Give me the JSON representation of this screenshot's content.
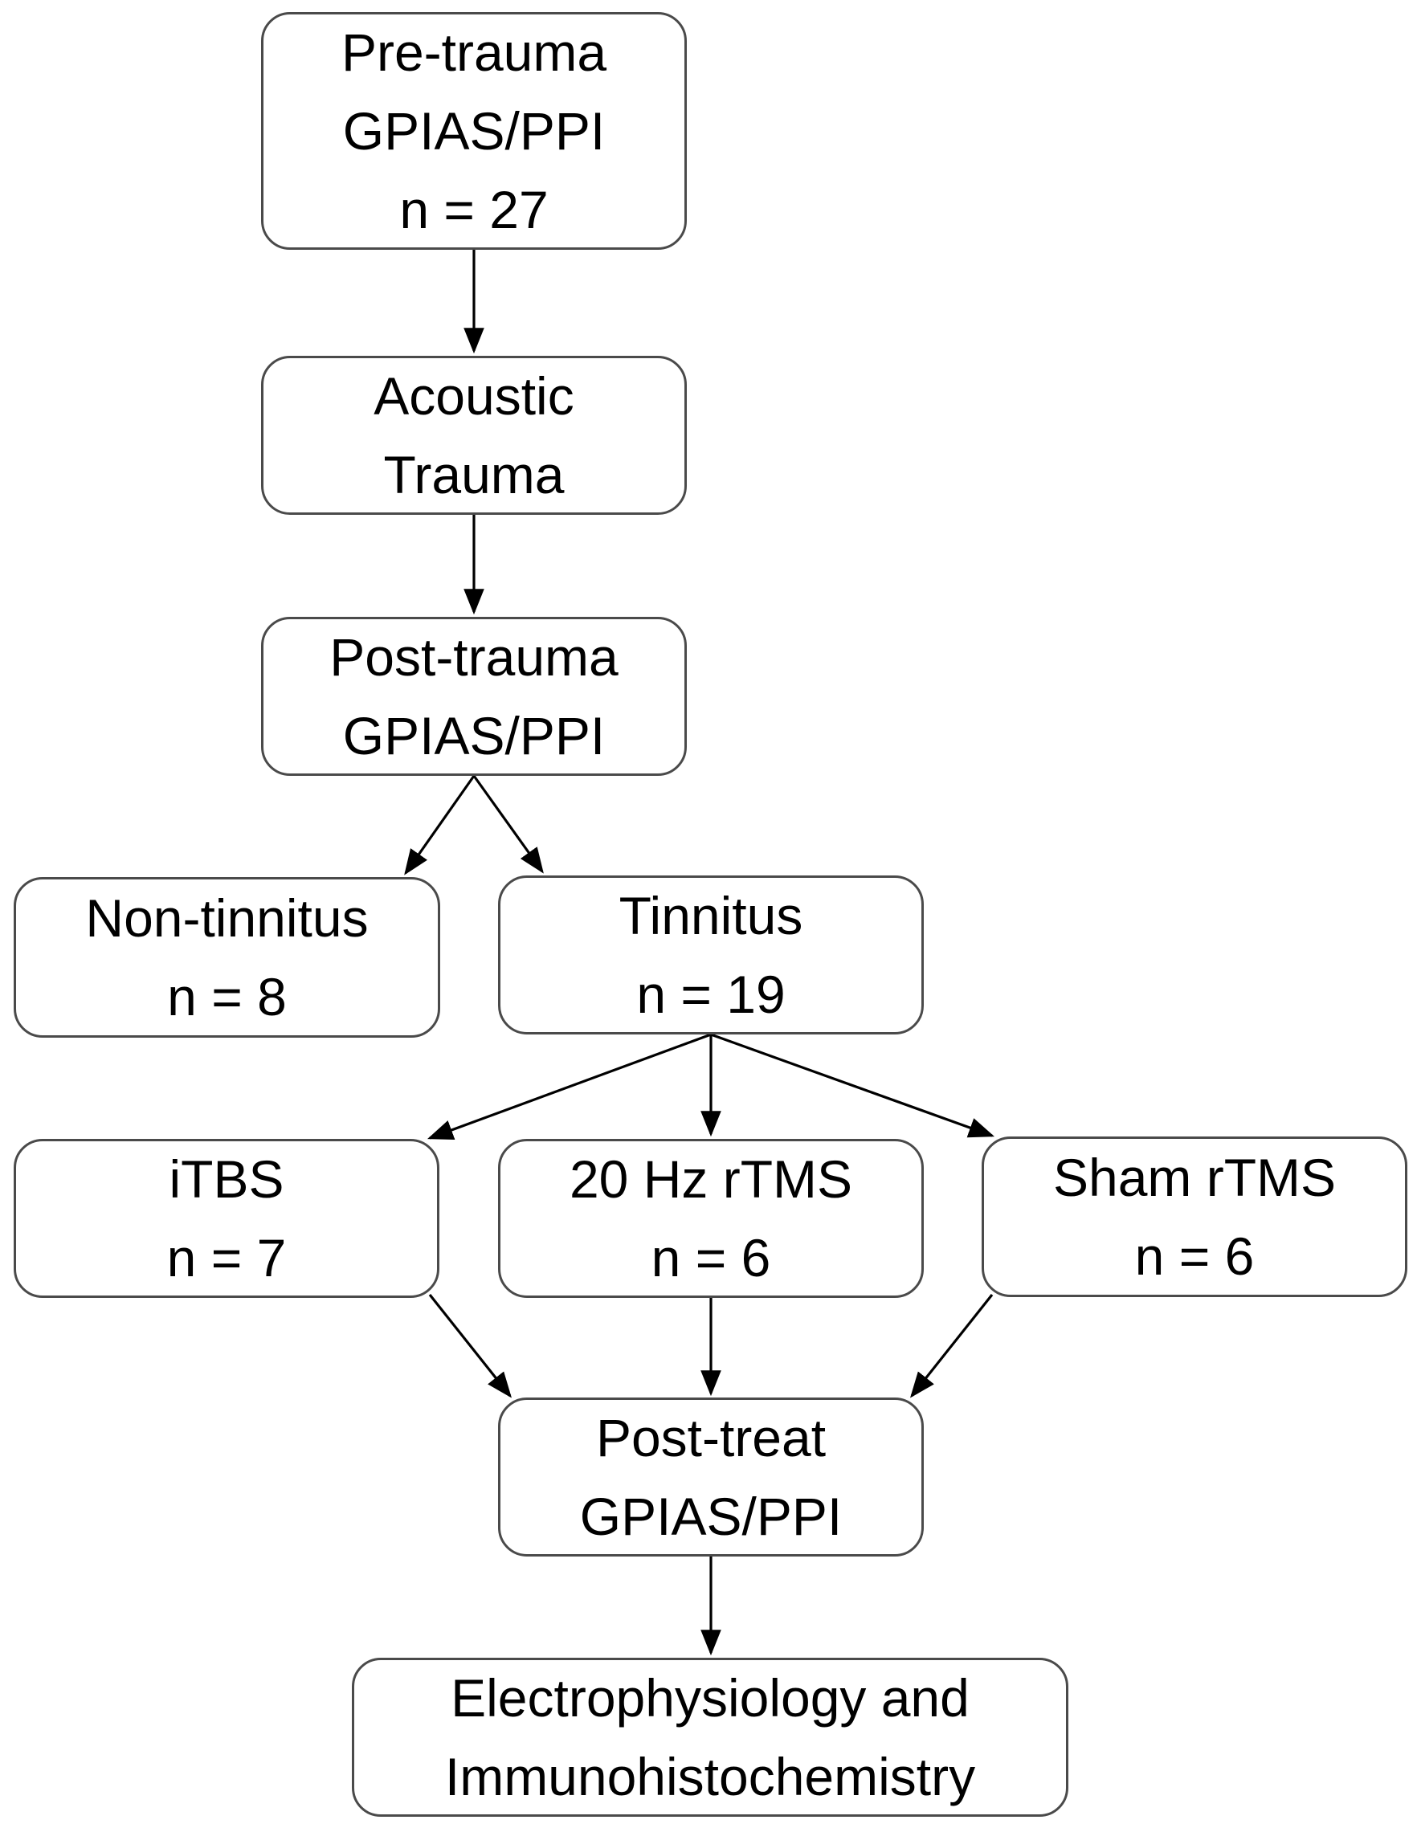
{
  "nodes": {
    "pre_trauma": {
      "line1": "Pre-trauma",
      "line2": "GPIAS/PPI",
      "line3": "n = 27"
    },
    "acoustic_trauma": {
      "line1": "Acoustic",
      "line2": "Trauma"
    },
    "post_trauma": {
      "line1": "Post-trauma",
      "line2": "GPIAS/PPI"
    },
    "non_tinnitus": {
      "line1": "Non-tinnitus",
      "line2": "n = 8"
    },
    "tinnitus": {
      "line1": "Tinnitus",
      "line2": "n = 19"
    },
    "itbs": {
      "line1": "iTBS",
      "line2": "n = 7"
    },
    "rtms_20hz": {
      "line1": "20 Hz rTMS",
      "line2": "n = 6"
    },
    "sham_rtms": {
      "line1": "Sham rTMS",
      "line2": "n = 6"
    },
    "post_treat": {
      "line1": "Post-treat",
      "line2": "GPIAS/PPI"
    },
    "final": {
      "line1": "Electrophysiology and",
      "line2": "Immunohistochemistry"
    }
  },
  "edges": [
    {
      "from": "pre_trauma",
      "to": "acoustic_trauma"
    },
    {
      "from": "acoustic_trauma",
      "to": "post_trauma"
    },
    {
      "from": "post_trauma",
      "to": "non_tinnitus"
    },
    {
      "from": "post_trauma",
      "to": "tinnitus"
    },
    {
      "from": "tinnitus",
      "to": "itbs"
    },
    {
      "from": "tinnitus",
      "to": "rtms_20hz"
    },
    {
      "from": "tinnitus",
      "to": "sham_rtms"
    },
    {
      "from": "itbs",
      "to": "post_treat"
    },
    {
      "from": "rtms_20hz",
      "to": "post_treat"
    },
    {
      "from": "sham_rtms",
      "to": "post_treat"
    },
    {
      "from": "post_treat",
      "to": "final"
    }
  ]
}
